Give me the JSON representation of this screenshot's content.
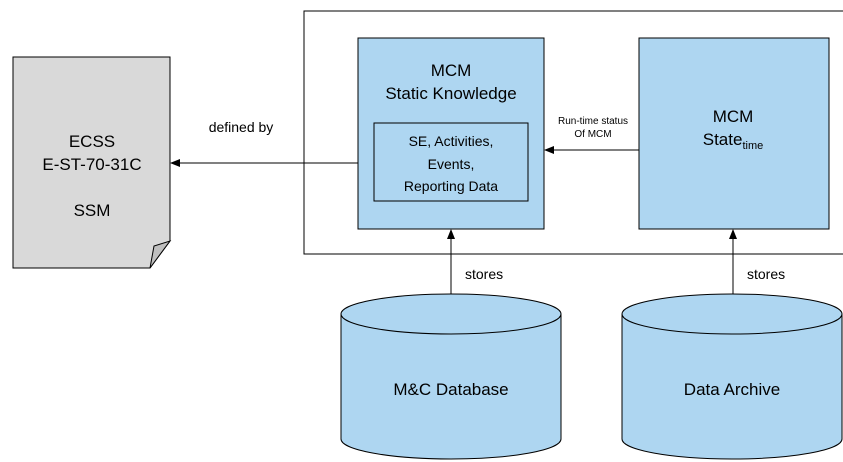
{
  "document": {
    "line1": "ECSS",
    "line2": "E-ST-70-31C",
    "line3": "SSM"
  },
  "defined_by_label": "defined by",
  "mcm_static": {
    "title_line1": "MCM",
    "title_line2": "Static Knowledge",
    "inner_line1": "SE, Activities,",
    "inner_line2": "Events,",
    "inner_line3": "Reporting Data"
  },
  "runtime_label": {
    "line1": "Run-time status",
    "line2": "Of MCM"
  },
  "mcm_state": {
    "title_line1": "MCM",
    "title_main": "State",
    "title_subscript": "time"
  },
  "stores_left_label": "stores",
  "stores_right_label": "stores",
  "db_left_label": "M&C Database",
  "db_right_label": "Data Archive",
  "colors": {
    "box_fill": "#aed6f1",
    "document_fill": "#d9d9d9",
    "fold_fill": "#bfbfbf"
  }
}
